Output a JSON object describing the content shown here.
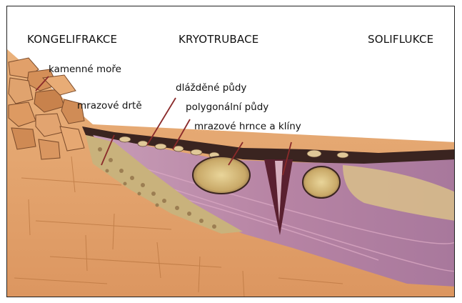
{
  "headers": {
    "left": "KONGELIFRAKCE",
    "center": "KRYOTRUBACE",
    "right": "SOLIFLUKCE"
  },
  "labels": {
    "boulder_field": "kamenné moře",
    "frost_debris": "mrazové drtě",
    "paved_soils": "dlážděné půdy",
    "polygonal_soils": "polygonální půdy",
    "frost_pots_wedges": "mrazové hrnce a klíny"
  },
  "colors": {
    "bedrock": "#e6a56e",
    "soil_top": "#3a2420",
    "solifluction_body": "#b888a6",
    "wedge": "#5a2030",
    "pebbles": "#d9c08a",
    "leader": "#8a2a2a"
  }
}
